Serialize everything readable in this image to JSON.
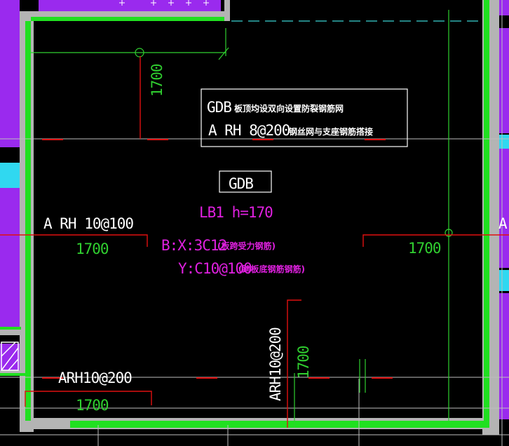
{
  "labels": {
    "note_line1_code": "GDB",
    "note_line1_text": "板顶均设双向设置防裂钢筋网",
    "note_line2_code": "A RH 8@200",
    "note_line2_text": "钢丝网与支座钢筋搭接",
    "gdb_tag": "GDB",
    "slab_name": "LB1 h=170",
    "bottom_x": "B:X:3C12",
    "bottom_x_note": "(板跨受力钢筋)",
    "bottom_y": "Y:C10@100",
    "bottom_y_note": "(跨板底钢筋钢筋)",
    "left_top_rebar": "A RH 10@100",
    "left_top_len": "1700",
    "left_bottom_rebar": "ARH10@200",
    "left_bottom_len": "1700",
    "right_len": "1700",
    "right_edge_rebar": "A",
    "top_vertical_len": "1700",
    "bottom_vertical_rebar": "ARH10@200",
    "bottom_vertical_len": "1700"
  },
  "colors": {
    "background": "#000000",
    "wall_green": "#20e020",
    "wall_gray": "#b4b4b4",
    "rebar_red": "#e01010",
    "dimension_green": "#30d030",
    "text_white": "#ffffff",
    "text_magenta": "#e020e0",
    "purple_fill": "#9a2aee",
    "cyan_fill": "#30d8f0",
    "grid_line": "#bebebe"
  }
}
